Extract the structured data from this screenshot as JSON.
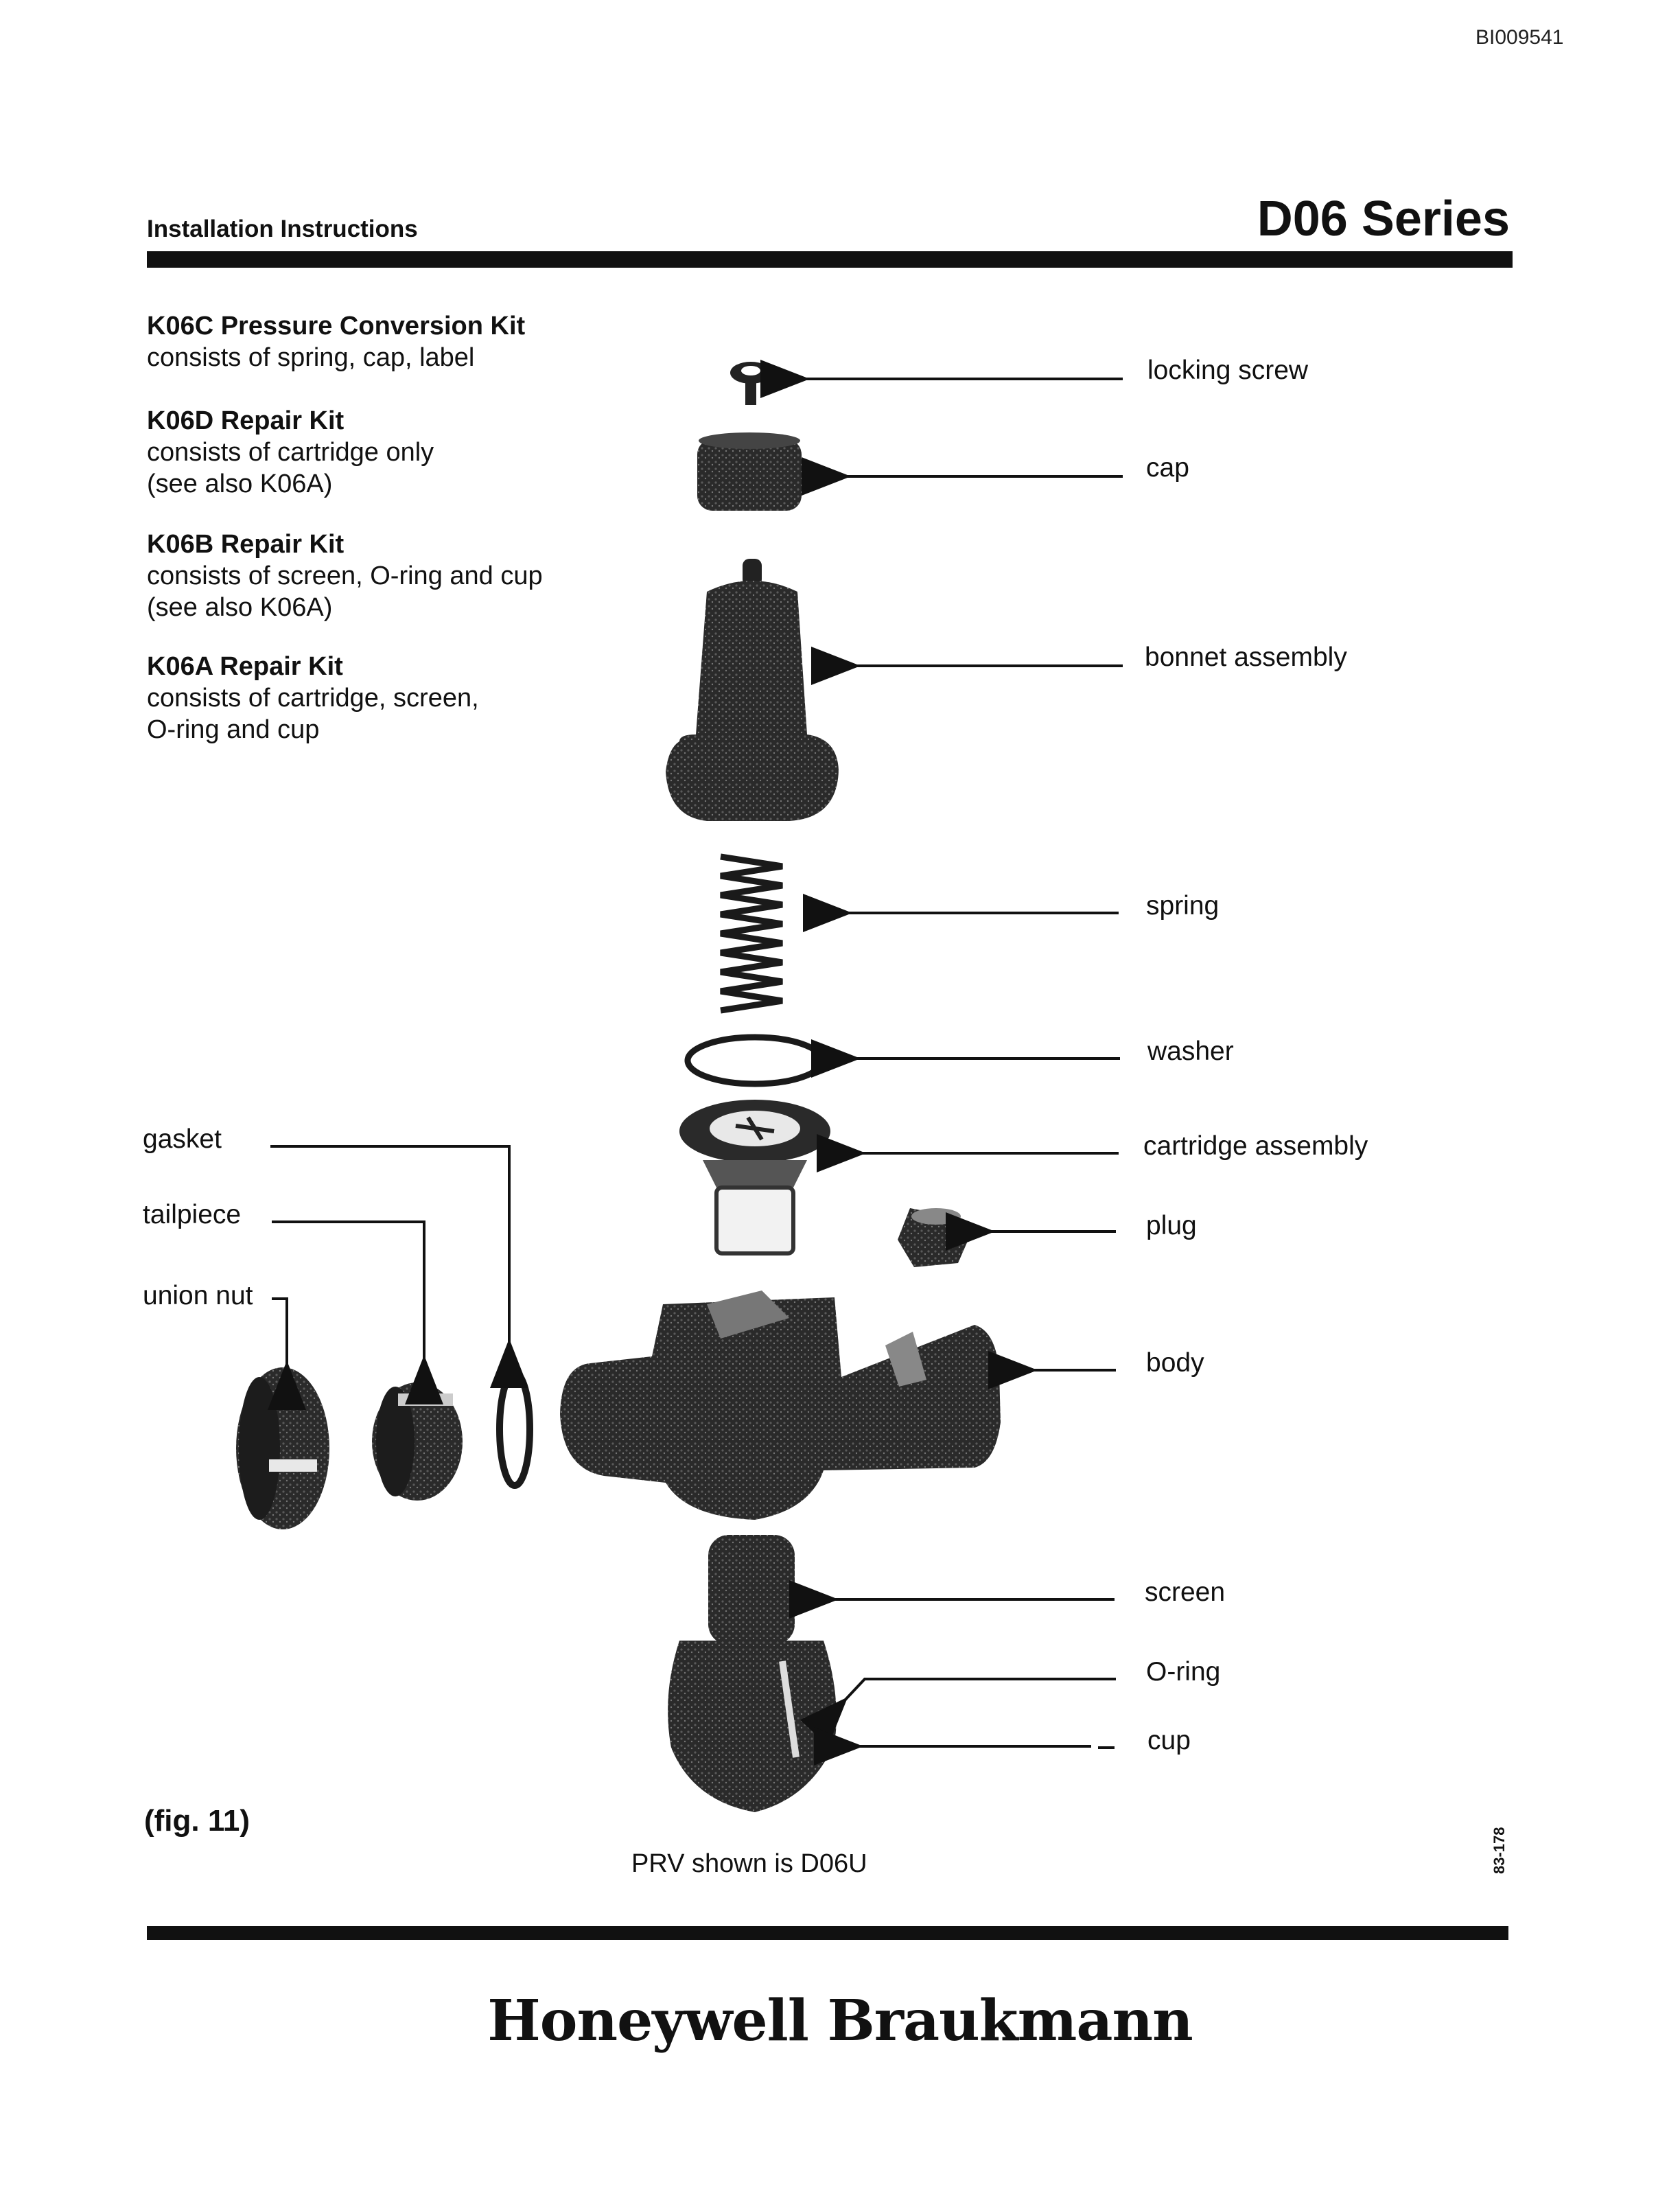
{
  "header": {
    "doc_id": "BI009541",
    "section": "Installation Instructions",
    "series": "D06 Series"
  },
  "kits": [
    {
      "name": "K06C Pressure Conversion Kit",
      "lines": [
        "consists of spring, cap, label"
      ]
    },
    {
      "name": "K06D Repair Kit",
      "lines": [
        "consists of cartridge only",
        "(see also K06A)"
      ]
    },
    {
      "name": "K06B Repair Kit",
      "lines": [
        "consists of screen, O-ring and cup",
        "(see also K06A)"
      ]
    },
    {
      "name": "K06A Repair Kit",
      "lines": [
        "consists of cartridge, screen,",
        "O-ring and cup"
      ]
    }
  ],
  "parts": {
    "locking_screw": "locking screw",
    "cap": "cap",
    "bonnet_assembly": "bonnet assembly",
    "spring": "spring",
    "washer": "washer",
    "cartridge_assembly": "cartridge assembly",
    "plug": "plug",
    "body": "body",
    "screen": "screen",
    "o_ring": "O-ring",
    "cup": "cup",
    "gasket": "gasket",
    "tailpiece": "tailpiece",
    "union_nut": "union nut"
  },
  "figure_caption": "(fig. 11)",
  "prv_note": "PRV shown is D06U",
  "code_mark": "83-178",
  "brand": "Honeywell Braukmann",
  "colors": {
    "ink": "#111111",
    "part_dark": "#2a2a2a",
    "part_mid": "#555555",
    "highlight": "#e8e8e8"
  }
}
